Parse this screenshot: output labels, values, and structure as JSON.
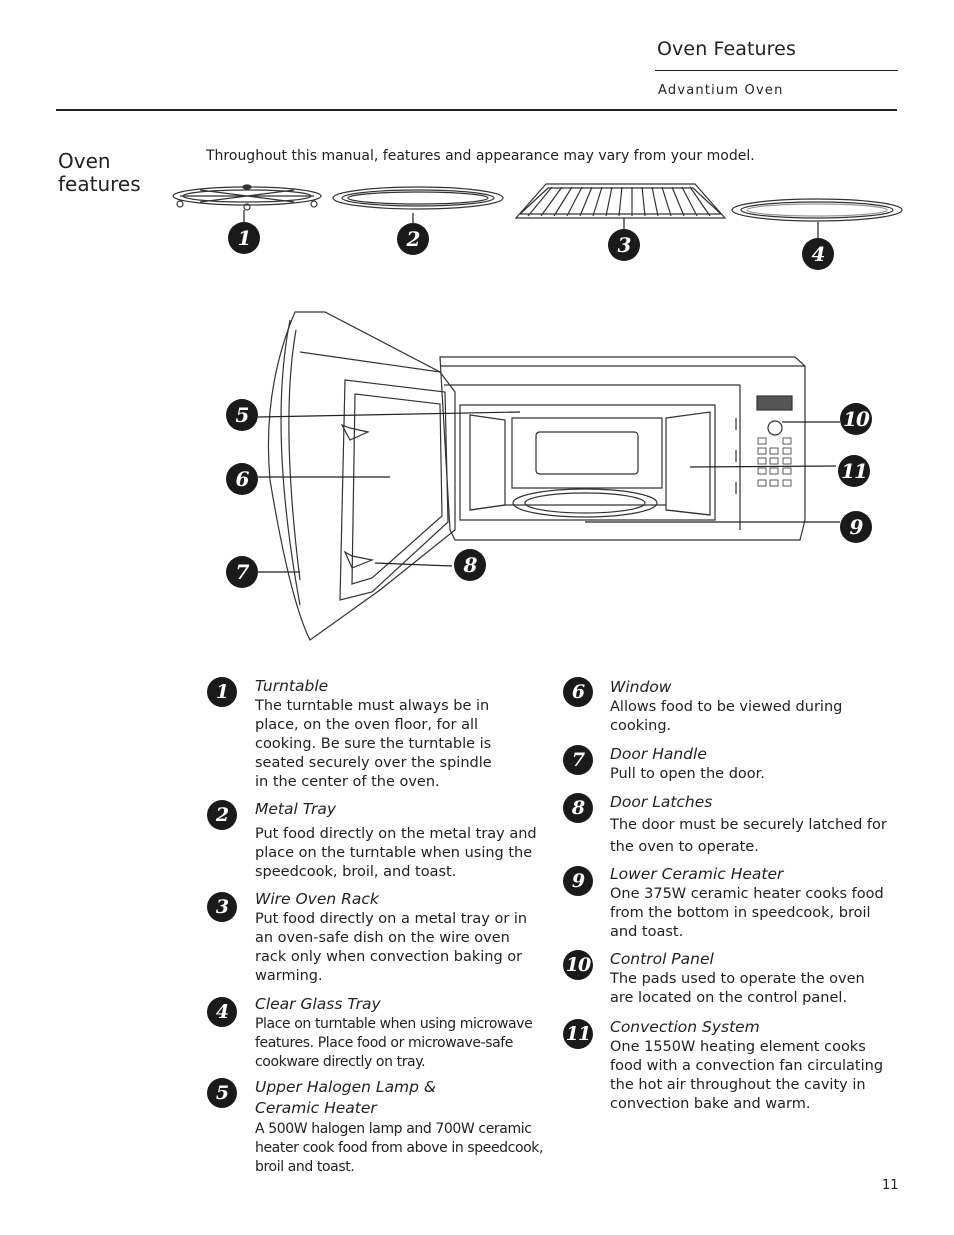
{
  "header": {
    "title": "Oven Features",
    "subtitle": "Advantium Oven"
  },
  "section": {
    "title": "Oven\nfeatures",
    "intro": "Throughout this manual, features and appearance may vary from your model."
  },
  "callouts": [
    "1",
    "2",
    "3",
    "4",
    "5",
    "6",
    "7",
    "8",
    "9",
    "10",
    "11"
  ],
  "features": [
    {
      "num": "1",
      "title": "Turntable",
      "desc": "The turntable must always be in place, on the oven floor, for all cooking. Be sure the turntable is seated securely over the spindle in the center of the oven."
    },
    {
      "num": "2",
      "title": "Metal Tray",
      "desc": "Put food directly on the metal tray and place on the turntable when using the speedcook, broil, and toast."
    },
    {
      "num": "3",
      "title": "Wire Oven Rack",
      "desc": "Put food directly on a metal tray or in an oven-safe dish on the wire oven rack only when convection baking or warming."
    },
    {
      "num": "4",
      "title": "Clear Glass Tray",
      "desc": "Place on turntable when using microwave features. Place food or microwave-safe cookware directly on tray."
    },
    {
      "num": "5",
      "title": "Upper Halogen Lamp & Ceramic Heater",
      "desc": "A 500W halogen lamp and 700W ceramic heater cook food from above in speedcook, broil and toast."
    },
    {
      "num": "6",
      "title": "Window",
      "desc": "Allows food to be viewed during cooking."
    },
    {
      "num": "7",
      "title": "Door Handle",
      "desc": "Pull to open the door."
    },
    {
      "num": "8",
      "title": "Door Latches",
      "desc": "The door must be securely latched for the oven to operate."
    },
    {
      "num": "9",
      "title": "Lower Ceramic Heater",
      "desc": "One 375W ceramic heater cooks food from the bottom in speedcook, broil and toast."
    },
    {
      "num": "10",
      "title": "Control Panel",
      "desc": "The pads used to operate the oven are located on the control panel."
    },
    {
      "num": "11",
      "title": "Convection System",
      "desc": "One 1550W heating element cooks food with a convection fan circulating the hot air throughout the cavity in convection bake and warm."
    }
  ],
  "page_number": "11"
}
